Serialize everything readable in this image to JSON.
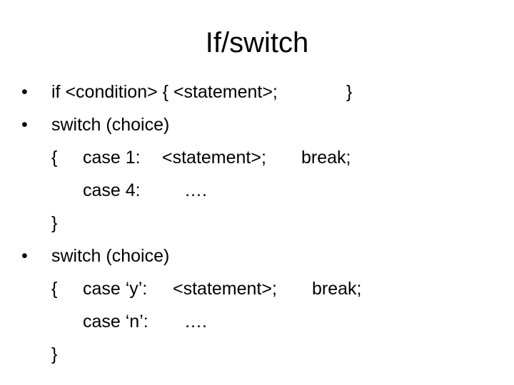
{
  "slide": {
    "title": "If/switch",
    "bullet_glyph": "•",
    "item1": {
      "text": "if <condition> { <statement>;",
      "close": "}"
    },
    "item2": {
      "header": "switch (choice)",
      "open_brace": "{",
      "case1_label": "case 1:",
      "case1_stmt": "<statement>;",
      "case1_break": "break;",
      "case4_label": "case 4:",
      "case4_stmt": "….",
      "close_brace": "}"
    },
    "item3": {
      "header": "switch (choice)",
      "open_brace": "{",
      "casey_label": "case ‘y’:",
      "casey_stmt": "<statement>;",
      "casey_break": "break;",
      "casen_label": "case ‘n’:",
      "casen_stmt": "….",
      "close_brace": "}"
    }
  }
}
